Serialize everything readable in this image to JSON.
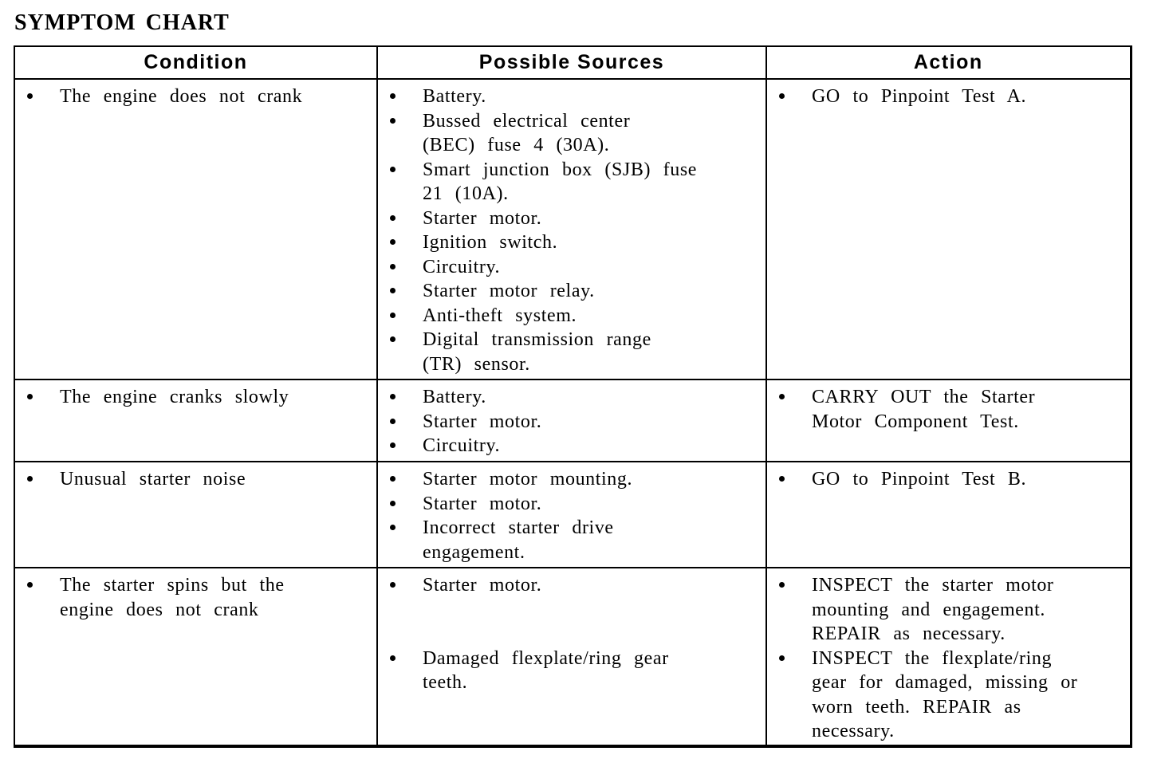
{
  "page": {
    "title": "SYMPTOM CHART"
  },
  "table": {
    "headers": [
      "Condition",
      "Possible Sources",
      "Action"
    ],
    "rows": [
      {
        "condition": [
          [
            "The engine does not crank"
          ]
        ],
        "sources": [
          [
            "Battery."
          ],
          [
            "Bussed electrical center",
            "(BEC) fuse 4 (30A)."
          ],
          [
            "Smart junction box (SJB) fuse",
            "21 (10A)."
          ],
          [
            "Starter motor."
          ],
          [
            "Ignition switch."
          ],
          [
            "Circuitry."
          ],
          [
            "Starter motor relay."
          ],
          [
            "Anti-theft system."
          ],
          [
            "Digital transmission range",
            "(TR) sensor."
          ]
        ],
        "action": [
          [
            "GO to Pinpoint Test A."
          ]
        ]
      },
      {
        "condition": [
          [
            "The engine cranks slowly"
          ]
        ],
        "sources": [
          [
            "Battery."
          ],
          [
            "Starter motor."
          ],
          [
            "Circuitry."
          ]
        ],
        "action": [
          [
            "CARRY OUT the Starter",
            "Motor Component Test."
          ]
        ]
      },
      {
        "condition": [
          [
            "Unusual starter noise"
          ]
        ],
        "sources": [
          [
            "Starter motor mounting."
          ],
          [
            "Starter motor."
          ],
          [
            "Incorrect starter drive",
            "engagement."
          ]
        ],
        "action": [
          [
            "GO to Pinpoint Test B."
          ]
        ]
      },
      {
        "condition": [
          [
            "The starter spins but the",
            "engine does not crank"
          ]
        ],
        "sources": [
          [
            "Starter motor."
          ],
          [
            "Damaged flexplate/ring gear",
            "teeth."
          ]
        ],
        "action": [
          [
            "INSPECT the starter motor",
            "mounting and engagement.",
            "REPAIR as necessary."
          ],
          [
            "INSPECT the flexplate/ring",
            "gear for damaged, missing or",
            "worn teeth. REPAIR as",
            "necessary."
          ]
        ]
      }
    ]
  }
}
